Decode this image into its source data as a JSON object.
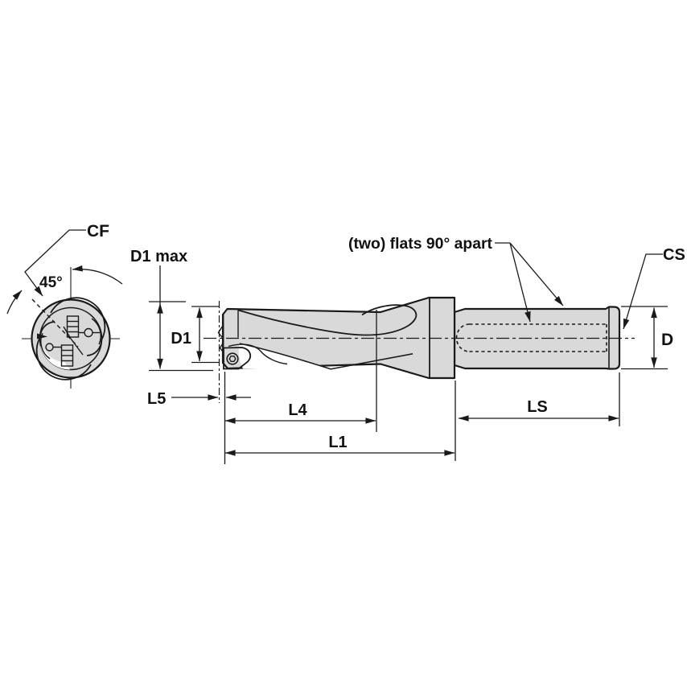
{
  "diagram": {
    "type": "technical-drawing",
    "subject": "indexable insert drill with dimension callouts, front view and side view",
    "colors": {
      "background": "#ffffff",
      "line": "#1a1a1a",
      "body_fill": "#d9d9d9",
      "pocket_fill": "#ffffff",
      "screw_fill": "#fcfcfc"
    },
    "labels": {
      "cf": "CF",
      "angle": "45°",
      "d1max": "D1 max",
      "d1": "D1",
      "flats": "(two) flats 90° apart",
      "cs": "CS",
      "d": "D",
      "l5": "L5",
      "l4": "L4",
      "l1": "L1",
      "ls": "LS"
    }
  }
}
